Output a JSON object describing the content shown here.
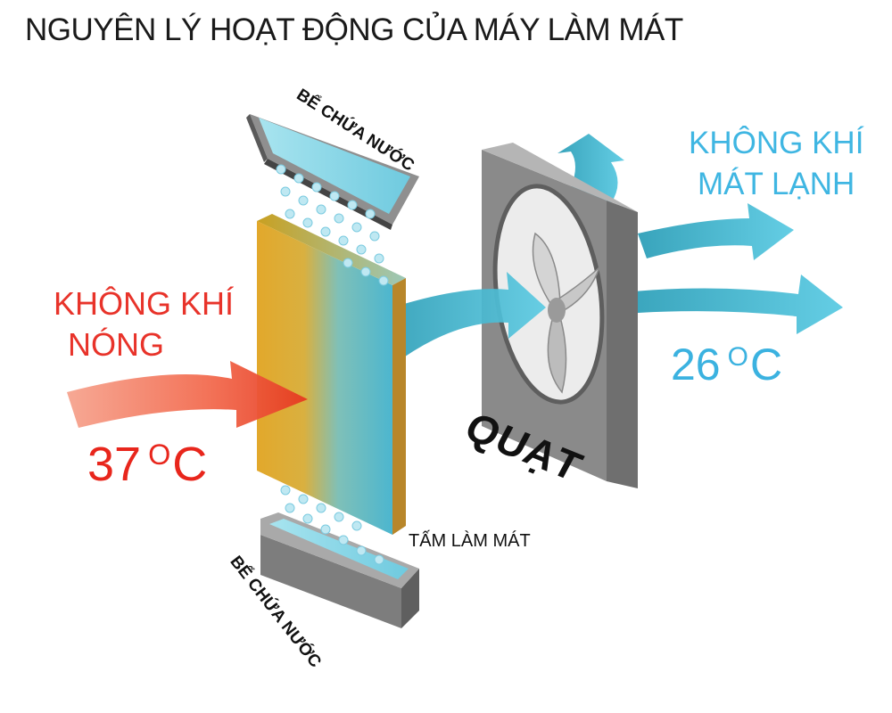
{
  "title": "NGUYÊN LÝ HOẠT ĐỘNG CỦA MÁY LÀM MÁT",
  "hot_air": {
    "label_line1": "KHÔNG KHÍ",
    "label_line2": "NÓNG",
    "temp_value": "37",
    "temp_degree": "O",
    "temp_unit": "C",
    "color": "#e8332a"
  },
  "cool_air": {
    "label_line1": "KHÔNG KHÍ",
    "label_line2": "MÁT LẠNH",
    "temp_value": "26",
    "temp_degree": "O",
    "temp_unit": "C",
    "color": "#3fb6e2"
  },
  "components": {
    "top_tank": "BỂ CHỨA NƯỚC",
    "bottom_tank": "BỂ CHỨA NƯỚC",
    "cooling_pad": "TẤM LÀM MÁT",
    "fan": "QUẠT"
  },
  "colors": {
    "pad_gold": "#e0a528",
    "water": "#8fd8e8",
    "metal": "#9a9a9a"
  }
}
